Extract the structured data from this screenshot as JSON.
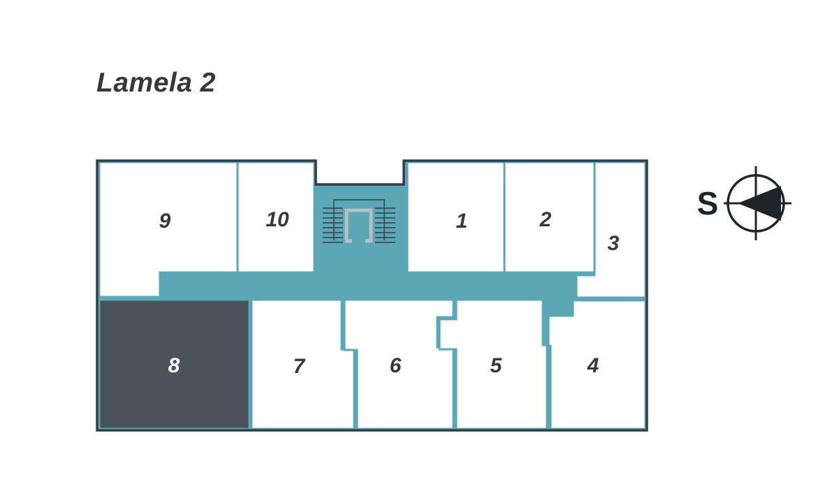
{
  "title": "Lamela 2",
  "floor_plan": {
    "units": [
      {
        "number": "1",
        "highlighted": false
      },
      {
        "number": "2",
        "highlighted": false
      },
      {
        "number": "3",
        "highlighted": false
      },
      {
        "number": "4",
        "highlighted": false
      },
      {
        "number": "5",
        "highlighted": false
      },
      {
        "number": "6",
        "highlighted": false
      },
      {
        "number": "7",
        "highlighted": false
      },
      {
        "number": "8",
        "highlighted": true
      },
      {
        "number": "9",
        "highlighted": false
      },
      {
        "number": "10",
        "highlighted": false
      }
    ]
  },
  "compass": {
    "label": "S"
  },
  "colors": {
    "background": "#FFFFFF",
    "corridor": "#5BA7B5",
    "outline": "#333E48",
    "room_fill": "#FFFFFF",
    "highlighted_room_fill": "#4A525C",
    "number_text": "#35393D",
    "highlighted_number_text": "#FFFFFF",
    "railing": "#B9BDC3",
    "compass_ink": "#1F2429",
    "title_text": "#383838"
  }
}
